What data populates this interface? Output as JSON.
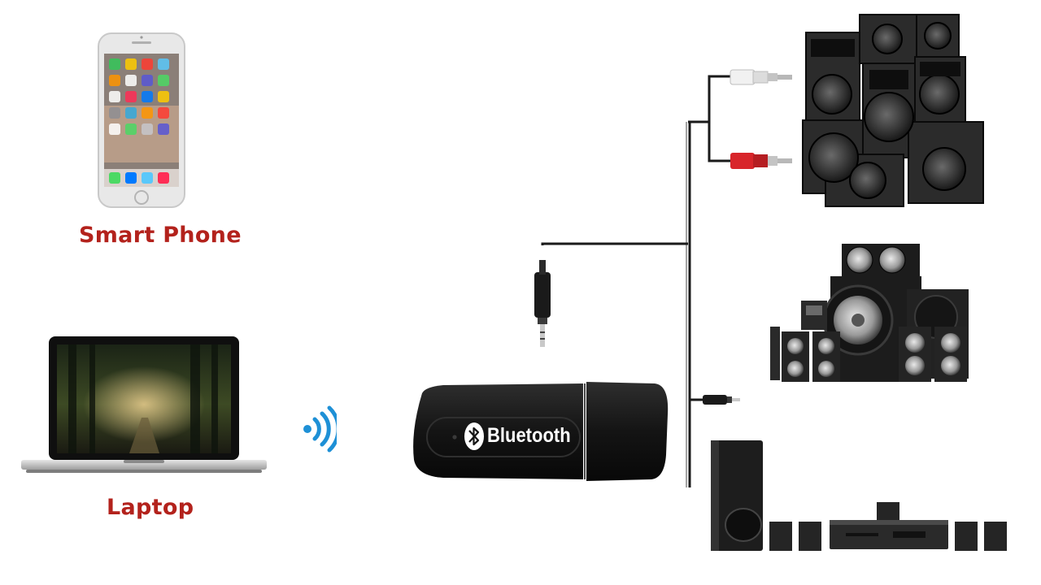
{
  "labels": {
    "smart_phone": "Smart Phone",
    "laptop": "Laptop"
  },
  "dongle": {
    "brand_text": "Bluetooth",
    "icon": "bluetooth-icon"
  },
  "icons": {
    "wireless": "wireless-signal-icon",
    "phone": "smartphone-icon",
    "laptop": "laptop-icon",
    "aux_plug": "aux-3.5mm-plug-icon",
    "rca_white": "rca-plug-white-icon",
    "rca_red": "rca-plug-red-icon",
    "pa_speakers": "pa-speaker-stack-icon",
    "home_speakers": "home-theater-speakers-icon",
    "home_system": "home-audio-system-icon"
  },
  "colors": {
    "label": "#b3221c",
    "wireless": "#1e90d6",
    "dongle": "#151515",
    "rca_red": "#d8252a",
    "rca_white": "#f1f1f1"
  }
}
